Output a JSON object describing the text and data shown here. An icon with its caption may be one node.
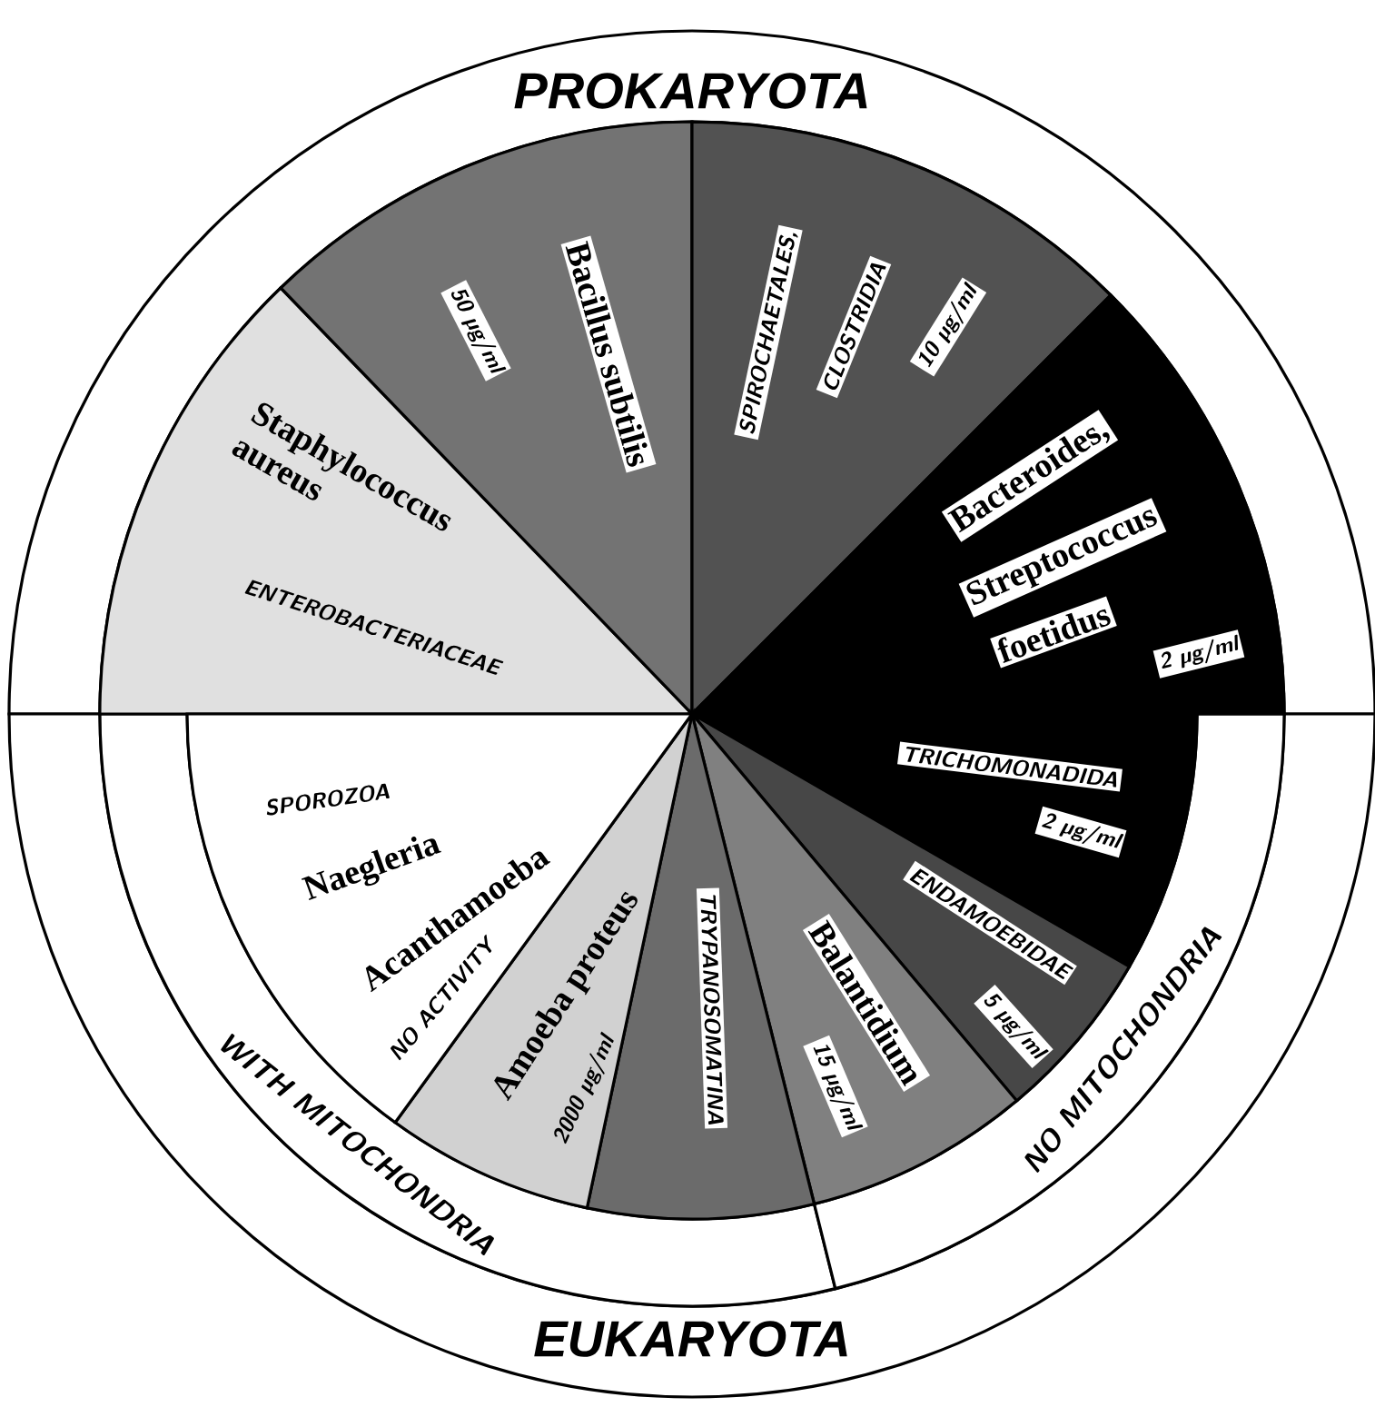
{
  "diagram": {
    "nodes": [
      {
        "text": [
          "PROKARYOTA"
        ]
      },
      {
        "text": [
          "EUKARYOTA"
        ]
      },
      {
        "text": [
          "WITH MITOCHONDRIA"
        ]
      },
      {
        "text": [
          "NO MITOCHONDRIA"
        ]
      },
      {
        "text": [
          "Staphylococcus aureus",
          "ENTEROBACTERIACEAE"
        ]
      },
      {
        "text": [
          "Bacillus subtilis",
          "50 µg/ml"
        ]
      },
      {
        "text": [
          "SPIROCHAETALES,",
          "CLOSTRIDIA",
          "10 µg/ml"
        ]
      },
      {
        "text": [
          "Bacteroides,",
          "Streptococcus",
          "foetidus",
          "2 µg/ml"
        ]
      },
      {
        "text": [
          "TRICHOMONADIDA",
          "2 µg/ml"
        ]
      },
      {
        "text": [
          "ENDAMOEBIDAE",
          "5 µg/ml"
        ]
      },
      {
        "text": [
          "Balantidium",
          "15 µg/ml"
        ]
      },
      {
        "text": [
          "TRYPANOSOMATINA"
        ]
      },
      {
        "text": [
          "Amoeba proteus",
          "2000 µg/ml"
        ]
      },
      {
        "text": [
          "SPOROZOA",
          "Naegleria",
          "Acanthamoeba",
          "NO ACTIVITY"
        ]
      }
    ]
  }
}
